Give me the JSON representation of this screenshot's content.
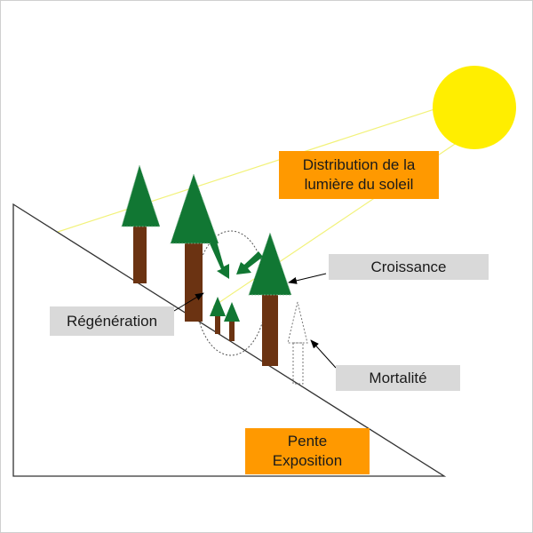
{
  "labels": {
    "light_line1": "Distribution de la",
    "light_line2": "lumière du soleil",
    "growth": "Croissance",
    "regeneration": "Régénération",
    "mortality": "Mortalité",
    "slope_line1": "Pente",
    "slope_line2": "Exposition"
  },
  "colors": {
    "sun": "#ffee00",
    "light_ray": "#f2f27a",
    "foliage": "#117733",
    "trunk": "#6b3312",
    "orange_box": "#ff9900",
    "grey_box": "#d9d9d9",
    "slope_line": "#333333"
  },
  "elements": {
    "sun": "sun-icon",
    "trees": [
      "tree-icon",
      "tree-icon",
      "tree-icon",
      "sapling-icon",
      "sapling-icon",
      "dead-tree-outline-icon"
    ],
    "arrows": [
      "light-arrow-icon",
      "pointer-arrow-icon"
    ]
  }
}
